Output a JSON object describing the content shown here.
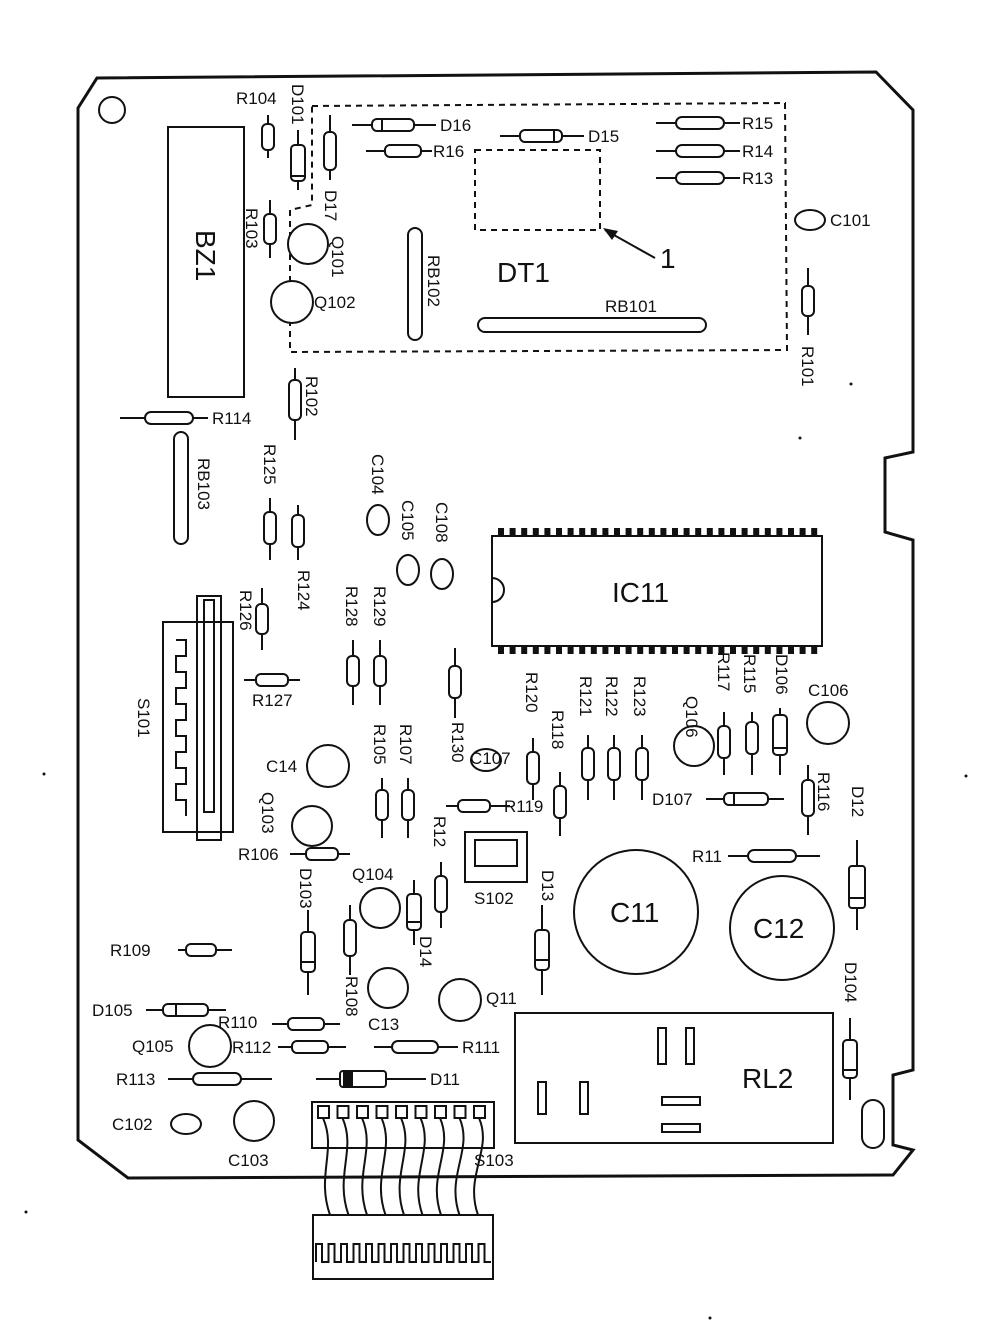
{
  "diagram": {
    "labels": {
      "bz1": "BZ1",
      "dt1": "DT1",
      "ic11": "IC11",
      "rl2": "RL2",
      "c11": "C11",
      "c12": "C12",
      "callout": "1",
      "s101": "S101",
      "s102": "S102",
      "s103": "S103",
      "r104": "R104",
      "d101": "D101",
      "d16": "D16",
      "d15": "D15",
      "r16": "R16",
      "r15": "R15",
      "r14": "R14",
      "r13": "R13",
      "c101": "C101",
      "r103": "R103",
      "d17": "D17",
      "q101": "Q101",
      "rb102": "RB102",
      "rb101": "RB101",
      "q102": "Q102",
      "r101": "R101",
      "r102": "R102",
      "r114": "R114",
      "rb103": "RB103",
      "r125": "R125",
      "c104": "C104",
      "c105": "C105",
      "c108": "C108",
      "r124": "R124",
      "r126": "R126",
      "r128": "R128",
      "r129": "R129",
      "r127": "R127",
      "r130": "R130",
      "r120": "R120",
      "r118": "R118",
      "r121": "R121",
      "r122": "R122",
      "r123": "R123",
      "q106": "Q106",
      "r117": "R117",
      "r115": "R115",
      "d106": "D106",
      "c106": "C106",
      "c14": "C14",
      "r105": "R105",
      "r107": "R107",
      "c107": "C107",
      "q103": "Q103",
      "r119": "R119",
      "r116": "R116",
      "d107": "D107",
      "d12": "D12",
      "r12": "R12",
      "r106": "R106",
      "r11": "R11",
      "q104": "Q104",
      "d103": "D103",
      "d13": "D13",
      "r109": "R109",
      "d14": "D14",
      "d104": "D104",
      "r108": "R108",
      "q11": "Q11",
      "c13": "C13",
      "d105": "D105",
      "r110": "R110",
      "q105": "Q105",
      "r112": "R112",
      "r111": "R111",
      "r113": "R113",
      "d11": "D11",
      "c102": "C102",
      "c103": "C103"
    }
  }
}
